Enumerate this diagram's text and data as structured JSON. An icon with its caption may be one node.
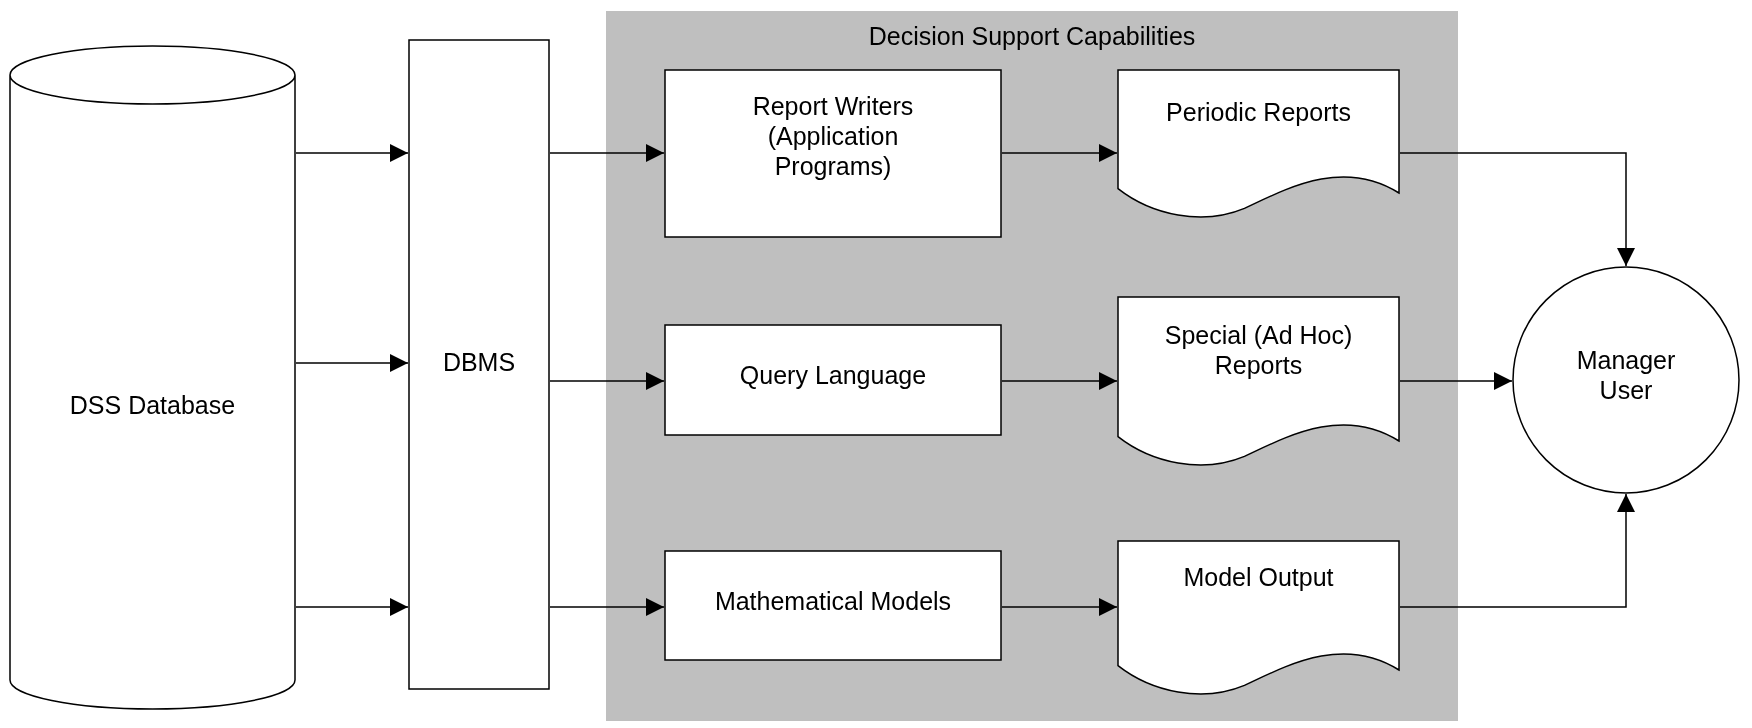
{
  "diagram": {
    "nodes": [
      {
        "text": [
          "DSS Database"
        ]
      },
      {
        "text": [
          "DBMS"
        ]
      },
      {
        "text": [
          "Decision Support Capabilities"
        ]
      },
      {
        "text": [
          "Report Writers (Application Programs)"
        ],
        "in": 2
      },
      {
        "text": [
          "Periodic Reports"
        ],
        "in": 2
      },
      {
        "text": [
          "Query Language"
        ],
        "in": 2
      },
      {
        "text": [
          "Special (Ad Hoc) Reports"
        ],
        "in": 2
      },
      {
        "text": [
          "Mathematical Models"
        ],
        "in": 2
      },
      {
        "text": [
          "Model Output"
        ],
        "in": 2
      },
      {
        "text": [
          "Manager User"
        ]
      }
    ],
    "edges": [
      {
        "from": 0,
        "to": 1,
        "arrow": "to"
      },
      {
        "from": 0,
        "to": 1,
        "arrow": "to"
      },
      {
        "from": 0,
        "to": 1,
        "arrow": "to"
      },
      {
        "from": 1,
        "to": 3,
        "arrow": "to"
      },
      {
        "from": 1,
        "to": 5,
        "arrow": "to"
      },
      {
        "from": 1,
        "to": 7,
        "arrow": "to"
      },
      {
        "from": 3,
        "to": 4,
        "arrow": "to"
      },
      {
        "from": 5,
        "to": 6,
        "arrow": "to"
      },
      {
        "from": 7,
        "to": 8,
        "arrow": "to"
      },
      {
        "from": 4,
        "to": 9,
        "arrow": "to"
      },
      {
        "from": 6,
        "to": 9,
        "arrow": "to"
      },
      {
        "from": 8,
        "to": 9,
        "arrow": "to"
      }
    ]
  }
}
